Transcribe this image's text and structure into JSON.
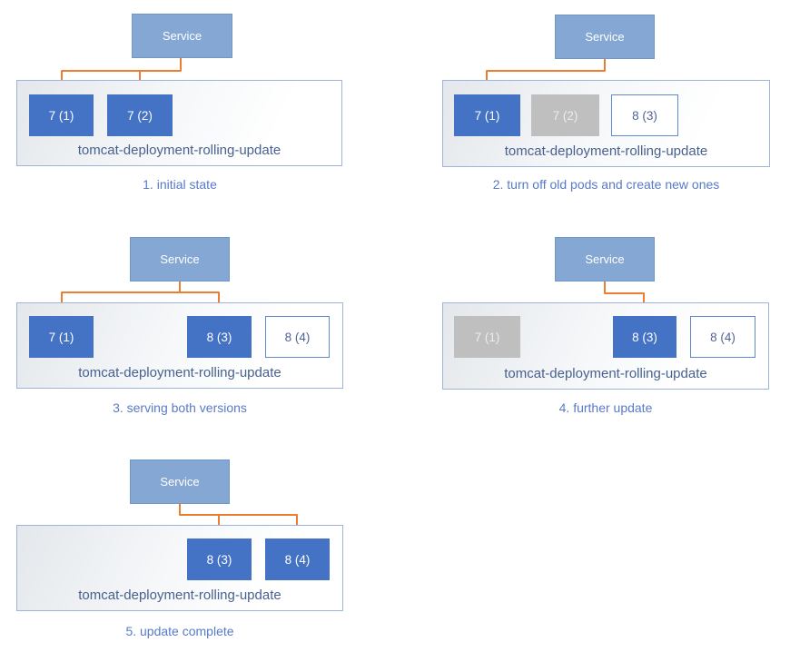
{
  "diagram": {
    "service_label": "Service",
    "deployment_label": "tomcat-deployment-rolling-update",
    "colors": {
      "service": "#84A7D3",
      "serviceBorder": "#6F97C8",
      "podActive": "#4472C4",
      "podInactive": "#BFBFBF",
      "pendingBorder": "#6189CF",
      "pendingText": "#4E6496",
      "containerBorder": "#9FB4DC",
      "label": "#48618F",
      "caption": "#587AC8",
      "arrow": "#ED7D31"
    },
    "panels": [
      {
        "caption": "1. initial state",
        "pods": [
          {
            "label": "7 (1)",
            "state": "active"
          },
          {
            "label": "7 (2)",
            "state": "active"
          }
        ]
      },
      {
        "caption": "2. turn off old pods and create new ones",
        "pods": [
          {
            "label": "7 (1)",
            "state": "active"
          },
          {
            "label": "7 (2)",
            "state": "inactive"
          },
          {
            "label": "8 (3)",
            "state": "pending"
          }
        ]
      },
      {
        "caption": "3. serving both versions",
        "pods": [
          {
            "label": "7 (1)",
            "state": "active"
          },
          {
            "label": "8 (3)",
            "state": "active"
          },
          {
            "label": "8 (4)",
            "state": "pending"
          }
        ]
      },
      {
        "caption": "4. further update",
        "pods": [
          {
            "label": "7 (1)",
            "state": "inactive"
          },
          {
            "label": "8 (3)",
            "state": "active"
          },
          {
            "label": "8 (4)",
            "state": "pending"
          }
        ]
      },
      {
        "caption": "5. update complete",
        "pods": [
          {
            "label": "8 (3)",
            "state": "active"
          },
          {
            "label": "8 (4)",
            "state": "active"
          }
        ]
      }
    ]
  }
}
